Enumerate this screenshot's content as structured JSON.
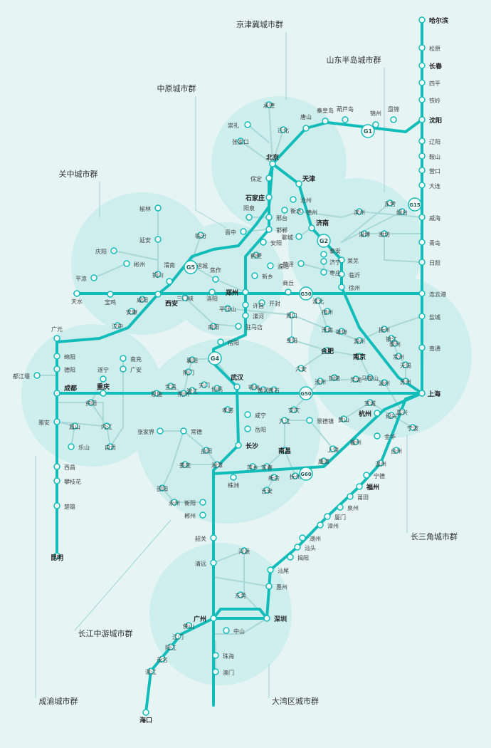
{
  "colors": {
    "background": "#e6f5f4",
    "bubble": "#c9ecec",
    "main_line": "#12bdb9",
    "thin_line": "#a8d8d8",
    "label": "#444444",
    "cluster_label": "#333333",
    "leader": "#9fd3d3",
    "badge": "#12bdb9"
  },
  "clusters": [
    {
      "id": "jingjinji",
      "name": "京津冀城市群"
    },
    {
      "id": "shandong",
      "name": "山东半岛城市群"
    },
    {
      "id": "zhongyuan",
      "name": "中原城市群"
    },
    {
      "id": "guanzhong",
      "name": "关中城市群"
    },
    {
      "id": "chengyu",
      "name": "成渝城市群"
    },
    {
      "id": "changjiang",
      "name": "长江中游城市群"
    },
    {
      "id": "changsanjiao",
      "name": "长三角城市群"
    },
    {
      "id": "wanqu",
      "name": "大湾区城市群"
    }
  ],
  "badges": [
    "G1",
    "G2",
    "G5",
    "G15",
    "G30",
    "G4",
    "G50",
    "G60"
  ],
  "major_cities": [
    "哈尔滨",
    "长春",
    "沈阳",
    "北京",
    "天津",
    "石家庄",
    "济南",
    "郑州",
    "西安",
    "成都",
    "重庆",
    "武汉",
    "合肥",
    "南京",
    "上海",
    "杭州",
    "南昌",
    "长沙",
    "福州",
    "广州",
    "深圳",
    "昆明",
    "海口"
  ],
  "minor_cities": [
    "松原",
    "四平",
    "铁岭",
    "辽阳",
    "鞍山",
    "营口",
    "大连",
    "东营",
    "烟台",
    "威海",
    "青岛",
    "日照",
    "淄博",
    "潍坊",
    "滨州",
    "秦皇岛",
    "葫芦岛",
    "锦州",
    "盘锦",
    "唐山",
    "承德",
    "迁化",
    "崇礼",
    "张家口",
    "保定",
    "沧州",
    "衡水",
    "德州",
    "邢台",
    "邯郸",
    "安阳",
    "鹤壁",
    "濮阳",
    "新乡",
    "聊城",
    "菏泽",
    "泰安",
    "济宁",
    "枣庄",
    "莱芜",
    "临沂",
    "徐州",
    "连云港",
    "盐城",
    "南通",
    "阳泉",
    "晋中",
    "临汾",
    "运城",
    "渭南",
    "焦作",
    "洛阳",
    "三门峡",
    "商丘",
    "许昌",
    "漯河",
    "开封",
    "平顶山",
    "南阳",
    "驻马店",
    "信阳",
    "周口",
    "阜阳",
    "淮北",
    "宿州",
    "淮南",
    "蚌埠",
    "滁州",
    "扬州",
    "镇江",
    "泰州",
    "无锡",
    "常州",
    "苏州",
    "六安",
    "池州",
    "铜陵",
    "芜湖",
    "马鞍山",
    "宣城",
    "湖州",
    "嘉兴",
    "宁波",
    "绍兴",
    "金华",
    "台州",
    "温州",
    "衢州",
    "黄山",
    "上饶",
    "鹰潭",
    "景德镇",
    "九江",
    "宁德",
    "莆田",
    "泉州",
    "厦门",
    "漳州",
    "潮州",
    "汕头",
    "揭阳",
    "汕尾",
    "惠州",
    "河源",
    "东莞",
    "中山",
    "珠海",
    "澳门",
    "佛山",
    "江门",
    "阳江",
    "茂名",
    "湛江",
    "清远",
    "韶关",
    "郴州",
    "衡阳",
    "永州",
    "邵阳",
    "娄底",
    "湘潭",
    "株洲",
    "益阳",
    "常德",
    "张家界",
    "岳阳",
    "咸宁",
    "孝感",
    "黄石",
    "鄂州",
    "黄冈",
    "安庆",
    "随州",
    "襄阳",
    "荆门",
    "荆州",
    "宜昌",
    "恩施",
    "潜江",
    "仙桃",
    "天门",
    "萍乡",
    "宜春",
    "新余",
    "吉安",
    "抚州",
    "榆林",
    "延安",
    "庆阳",
    "平凉",
    "彬州",
    "铜川",
    "咸阳",
    "宝鸡",
    "天水",
    "安康",
    "汉中",
    "广元",
    "绵阳",
    "德阳",
    "南充",
    "遂宁",
    "广安",
    "资阳",
    "雅安",
    "眉山",
    "乐山",
    "内江",
    "自贡",
    "西昌",
    "攀枝花",
    "楚雄",
    "都江堰"
  ]
}
